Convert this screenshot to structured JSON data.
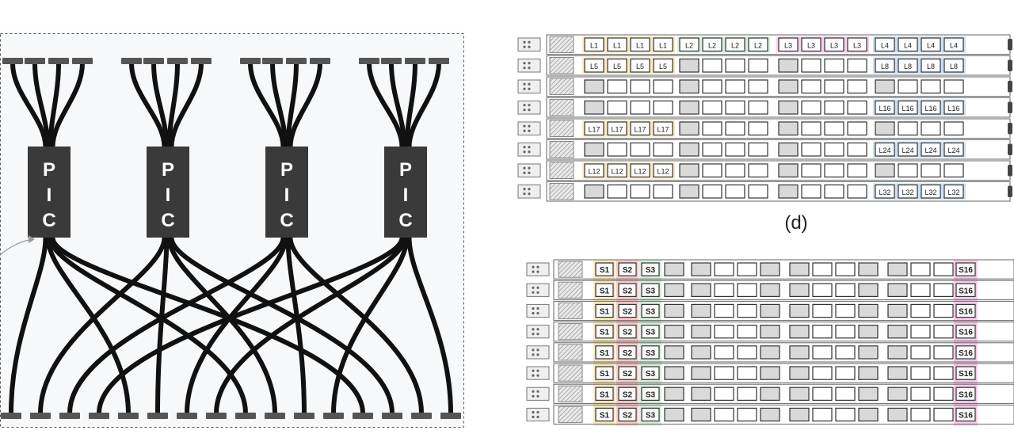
{
  "panel_c": {
    "chip_label": [
      "P",
      "I",
      "C"
    ],
    "chip_count": 4,
    "ports_per_chip": 4
  },
  "rack_d": {
    "caption": "(d)",
    "row_count": 8,
    "ports_per_group": 4,
    "group_count": 4,
    "labeled_rows": [
      {
        "row": 0,
        "group": 0,
        "label": "L1"
      },
      {
        "row": 0,
        "group": 1,
        "label": "L2"
      },
      {
        "row": 0,
        "group": 2,
        "label": "L3"
      },
      {
        "row": 0,
        "group": 3,
        "label": "L4"
      },
      {
        "row": 1,
        "group": 0,
        "label": "L5"
      },
      {
        "row": 1,
        "group": 3,
        "label": "L8"
      },
      {
        "row": 3,
        "group": 3,
        "label": "L16"
      },
      {
        "row": 4,
        "group": 0,
        "label": "L17"
      },
      {
        "row": 5,
        "group": 3,
        "label": "L24"
      },
      {
        "row": 6,
        "group": 0,
        "label": "L12"
      },
      {
        "row": 7,
        "group": 3,
        "label": "L32"
      }
    ]
  },
  "rack_e": {
    "row_count": 8,
    "labels": [
      "S1",
      "S2",
      "S3",
      "S16"
    ]
  },
  "colors": {
    "chip": "#3a3a3a",
    "fiber": "#111111",
    "yellow": "#f7d98f",
    "green": "#b9e3c6",
    "pink": "#f2a9dc",
    "blue": "#a7c9ea",
    "red": "#f4a3a3",
    "port": "#d9d9d9"
  }
}
